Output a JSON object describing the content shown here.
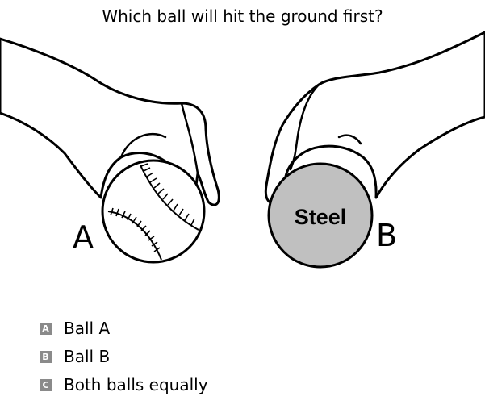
{
  "question": "Which ball will hit the ground first?",
  "ball_a": {
    "label": "A"
  },
  "ball_b": {
    "label": "B",
    "text": "Steel",
    "fill": "#c0c0c0"
  },
  "options": [
    {
      "badge": "A",
      "text": "Ball A"
    },
    {
      "badge": "B",
      "text": "Ball B"
    },
    {
      "badge": "C",
      "text": "Both balls equally"
    }
  ]
}
